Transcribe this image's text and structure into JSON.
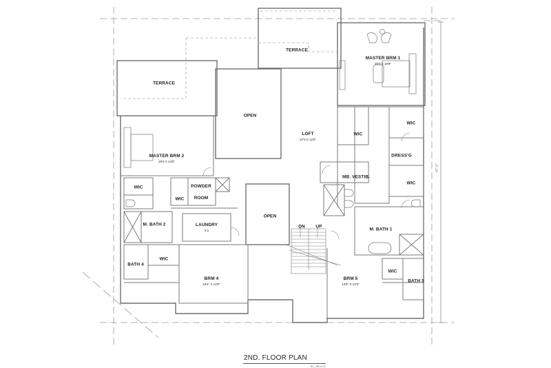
{
  "drawing": {
    "title": "2ND. FLOOR PLAN",
    "scale_note": "SC. 1/8\"=1'-0\"",
    "overall_dimension": "47'-0\"",
    "line_color": "#8a8a8a",
    "wall_color": "#6e6e6e",
    "dash_color": "#9a9a9a"
  },
  "rooms": [
    {
      "id": "master-brm-1",
      "name": "MASTER BRM 1",
      "dimensions": "20'0 X 18'8\""
    },
    {
      "id": "master-brm-2",
      "name": "MASTER BRM 2",
      "dimensions": "20'0 X 14'0\""
    },
    {
      "id": "loft",
      "name": "LOFT",
      "dimensions": "27'0 X 12'0\""
    },
    {
      "id": "brm-4",
      "name": "BRM 4",
      "dimensions": "15'4\" X 14'0\""
    },
    {
      "id": "brm-5",
      "name": "BRM 5",
      "dimensions": "13'8\" X 12'0\""
    },
    {
      "id": "terrace-left",
      "name": "TERRACE"
    },
    {
      "id": "terrace-top",
      "name": "TERRACE"
    },
    {
      "id": "open-upper",
      "name": "OPEN"
    },
    {
      "id": "open-lower",
      "name": "OPEN"
    },
    {
      "id": "wic-mb1-top",
      "name": "WIC"
    },
    {
      "id": "wic-mb1-bottom",
      "name": "WIC"
    },
    {
      "id": "wic-loft",
      "name": "WIC"
    },
    {
      "id": "dressg",
      "name": "DRESS'G"
    },
    {
      "id": "mb-vestib",
      "name": "MB. VESTIB."
    },
    {
      "id": "m-bath-1",
      "name": "M. BATH 1"
    },
    {
      "id": "wic-mb2",
      "name": "WIC"
    },
    {
      "id": "wic-powder",
      "name": "WIC"
    },
    {
      "id": "powder-room",
      "name": "POWDER ROOM"
    },
    {
      "id": "m-bath-2",
      "name": "M. BATH 2"
    },
    {
      "id": "laundry",
      "name": "LAUNDRY",
      "dimensions": "# 1"
    },
    {
      "id": "bath-4",
      "name": "BATH 4"
    },
    {
      "id": "wic-brm4",
      "name": "WIC"
    },
    {
      "id": "wic-brm5",
      "name": "WIC"
    },
    {
      "id": "bath-5",
      "name": "BATH 5"
    }
  ],
  "stairs": {
    "down_label": "DN",
    "up_label": "UP"
  }
}
